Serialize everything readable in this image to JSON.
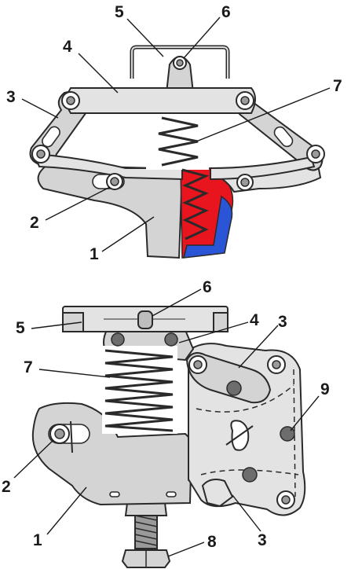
{
  "callouts": {
    "top": {
      "n5": "5",
      "n6": "6",
      "n4": "4",
      "n3": "3",
      "n7": "7",
      "n2": "2",
      "n1": "1"
    },
    "bottom": {
      "n6": "6",
      "n5": "5",
      "n4": "4",
      "n3a": "3",
      "n7": "7",
      "n9": "9",
      "n2": "2",
      "n1": "1",
      "n8": "8",
      "n3b": "3"
    }
  },
  "colors": {
    "section_red": "#e8141e",
    "section_blue": "#2a55d6",
    "metal": "#d4d4d4",
    "outline": "#2a2a2a"
  }
}
